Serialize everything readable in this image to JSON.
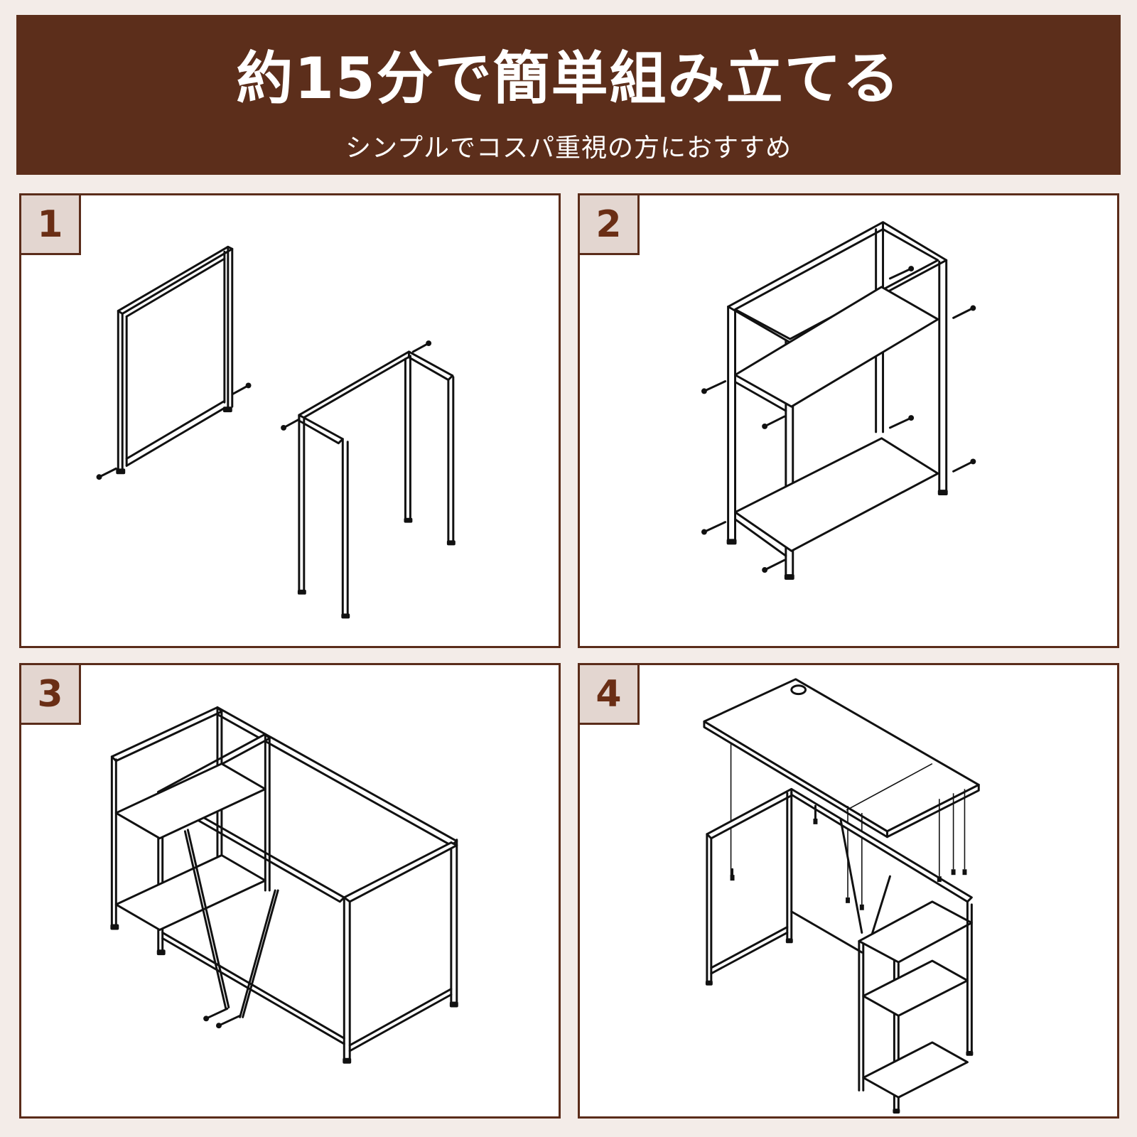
{
  "banner": {
    "title": "約15分で簡単組み立てる",
    "subtitle": "シンプルでコスパ重視の方におすすめ",
    "background_color": "#5c2e1b",
    "text_color": "#ffffff"
  },
  "page": {
    "background_color": "#f3ece8"
  },
  "steps": [
    {
      "number": "1",
      "illustration": "side-frame-and-leg-frame-with-screws"
    },
    {
      "number": "2",
      "illustration": "shelf-unit-with-screws"
    },
    {
      "number": "3",
      "illustration": "desk-frame-with-cross-braces"
    },
    {
      "number": "4",
      "illustration": "desktop-board-attached-to-frame"
    }
  ],
  "accent": {
    "border_color": "#5a2c1a",
    "badge_background": "#e3d6d0",
    "badge_text": "#6a2e15"
  }
}
